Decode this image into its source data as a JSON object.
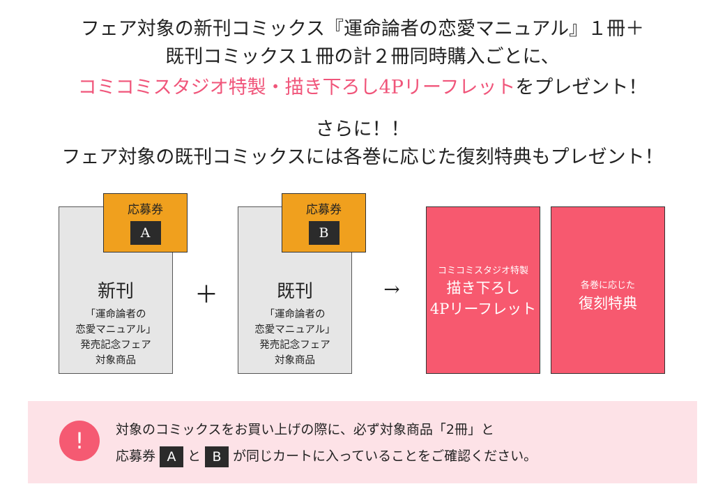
{
  "headline": {
    "line1": "フェア対象の新刊コミックス『運命論者の恋愛マニュアル』１冊＋",
    "line2": "既刊コミックス１冊の計２冊同時購入ごとに、",
    "line3_highlight": "コミコミスタジオ特製・描き下ろし4Pリーフレット",
    "line3_rest": "をプレゼント！",
    "line4": "さらに！！",
    "line5": "フェア対象の既刊コミックスには各巻に応じた復刻特典もプレゼント！"
  },
  "cards": [
    {
      "badge_label": "応募券",
      "badge_letter": "A",
      "title": "新刊",
      "desc": "「運命論者の\n恋愛マニュアル」\n発売記念フェア\n対象商品"
    },
    {
      "badge_label": "応募券",
      "badge_letter": "B",
      "title": "既刊",
      "desc": "「運命論者の\n恋愛マニュアル」\n発売記念フェア\n対象商品"
    }
  ],
  "operators": {
    "plus": "＋",
    "arrow": "→"
  },
  "prizes": [
    {
      "small": "コミコミスタジオ特製",
      "big": "描き下ろし\n4Pリーフレット"
    },
    {
      "small": "各巻に応じた",
      "big": "復刻特典"
    }
  ],
  "notice": {
    "icon": "!",
    "line1": "対象のコミックスをお買い上げの際に、必ず対象商品「2冊」と",
    "line2_pre": "応募券",
    "tag_a": "A",
    "line2_mid": "と",
    "tag_b": "B",
    "line2_post": "が同じカートに入っていることをご確認ください。"
  },
  "colors": {
    "accent_pink": "#f0557a",
    "prize_bg": "#f7596f",
    "badge_orange": "#f0a01e",
    "card_gray": "#e6e6e6",
    "notice_bg": "#fde2e7"
  }
}
